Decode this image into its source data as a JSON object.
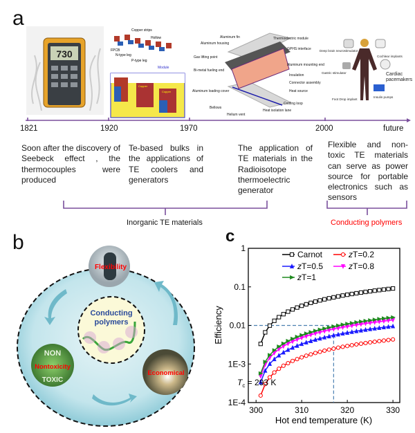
{
  "panel_a": {
    "label": "a",
    "timeline": {
      "years": [
        "1821",
        "1920",
        "1970",
        "2000",
        "future"
      ],
      "color": "#7a4f9c"
    },
    "descriptions": [
      "Soon after the discovery of Seebeck effect , the thermocouples were produced",
      "Te-based bulks in the applications of TE coolers and generators",
      "The application of TE materials in the Radioisotope thermoelectric generator",
      "Flexible and non-toxic TE materials can serve as power source for portable electronics such as sensors"
    ],
    "groups": [
      {
        "label": "Inorganic TE materials",
        "color": "#111111"
      },
      {
        "label": "Conducting polymers",
        "color": "#ff0000"
      }
    ],
    "thermometer": {
      "display": "730"
    },
    "module_labels": [
      "Copper strips",
      "Hollow",
      "FPCB",
      "N-type leg",
      "P-type leg",
      "Module",
      "Copper",
      "Copper"
    ],
    "rtg_labels": [
      "Aluminum fin",
      "Thermoelectric module",
      "Aluminum housing",
      "GPHS interface",
      "Gas lifting point",
      "Aluminum mounting end",
      "Bi-metal fueling end",
      "Insulation",
      "Connector assembly",
      "Heat source",
      "Aluminum loading cover",
      "Cooling loop",
      "Bellows",
      "Heat isolation lane",
      "Helium vent"
    ],
    "body_labels": [
      "Deep brain neurostimulator",
      "Cochlear implants",
      "Gastric stimulator",
      "Cardiac pacemakers",
      "Foot Drop implant",
      "Insulin pumps"
    ]
  },
  "panel_b": {
    "label": "b",
    "center": "Conducting polymers",
    "properties": [
      "Flexibility",
      "Nontoxicity",
      "Economical"
    ],
    "badge_top": "NON",
    "badge_bottom": "TOXIC",
    "colors": {
      "property_text": "#ff0000",
      "center_text": "#2a4a9a",
      "bubble": "#bfe3ea"
    }
  },
  "panel_c": {
    "label": "c",
    "annotation_T": "T",
    "annotation_sub": "c",
    "annotation_rest": " = 293 K"
  },
  "chart_data": {
    "type": "line",
    "title": "",
    "xlabel": "Hot end temperature (K)",
    "ylabel": "Efficiency",
    "xlim": [
      298.3,
      331.5
    ],
    "ylim": [
      0.0001,
      1
    ],
    "yscale": "log",
    "xticks": [
      300,
      310,
      320,
      330
    ],
    "xtick_labels": [
      "300",
      "310",
      "320",
      "330"
    ],
    "yticks": [
      0.0001,
      0.001,
      0.01,
      0.1,
      1
    ],
    "ytick_labels": [
      "1E-4",
      "1E-3",
      "0.01",
      "0.1",
      "1"
    ],
    "reference_lines": {
      "y": 0.01,
      "x": 317
    },
    "legend_position": "top",
    "x": [
      301,
      302,
      303,
      304,
      305,
      306,
      307,
      308,
      309,
      310,
      311,
      312,
      313,
      314,
      315,
      316,
      317,
      318,
      319,
      320,
      321,
      322,
      323,
      324,
      325,
      326,
      327,
      328,
      329,
      330
    ],
    "series": [
      {
        "name": "Carnot",
        "prefix": "",
        "zt": "",
        "color": "#000000",
        "marker": "square",
        "values": [
          0.00332,
          0.00662,
          0.0099,
          0.0132,
          0.0164,
          0.0196,
          0.0228,
          0.026,
          0.0291,
          0.0323,
          0.0354,
          0.0385,
          0.0415,
          0.0446,
          0.0476,
          0.0506,
          0.0536,
          0.0566,
          0.0596,
          0.0625,
          0.0654,
          0.0683,
          0.0712,
          0.0741,
          0.0769,
          0.0798,
          0.0826,
          0.0854,
          0.0881,
          0.0909
        ]
      },
      {
        "name": "zT=0.2",
        "prefix": "z",
        "zt": "T=0.2",
        "color": "#ff0000",
        "marker": "circle",
        "values": [
          0.000152,
          0.000302,
          0.000453,
          0.000603,
          0.000752,
          0.000901,
          0.00105,
          0.0012,
          0.00134,
          0.00149,
          0.00164,
          0.00178,
          0.00193,
          0.00207,
          0.00222,
          0.00236,
          0.0025,
          0.00265,
          0.00279,
          0.00293,
          0.00307,
          0.00322,
          0.00336,
          0.0035,
          0.00364,
          0.00377,
          0.00391,
          0.00405,
          0.00419,
          0.00433
        ]
      },
      {
        "name": "zT=0.5",
        "prefix": "z",
        "zt": "T=0.5",
        "color": "#1a1aff",
        "marker": "triangle-up",
        "values": [
          0.000336,
          0.000671,
          0.00101,
          0.00134,
          0.00167,
          0.002,
          0.00233,
          0.00265,
          0.00298,
          0.00331,
          0.00363,
          0.00395,
          0.00427,
          0.00459,
          0.00491,
          0.00523,
          0.00555,
          0.00586,
          0.00618,
          0.00649,
          0.00681,
          0.00712,
          0.00743,
          0.00774,
          0.00805,
          0.00835,
          0.00866,
          0.00897,
          0.00927,
          0.00957
        ]
      },
      {
        "name": "zT=0.8",
        "prefix": "z",
        "zt": "T=0.8",
        "color": "#ff00ff",
        "marker": "triangle-down",
        "values": [
          0.000485,
          0.000969,
          0.00145,
          0.00193,
          0.00241,
          0.00288,
          0.00336,
          0.00383,
          0.0043,
          0.00477,
          0.00524,
          0.0057,
          0.00617,
          0.00663,
          0.00709,
          0.00755,
          0.008,
          0.00846,
          0.00891,
          0.00936,
          0.00982,
          0.0103,
          0.0107,
          0.0112,
          0.0116,
          0.012,
          0.0125,
          0.0129,
          0.0134,
          0.0138
        ]
      },
      {
        "name": "zT=1",
        "prefix": "z",
        "zt": "T=1",
        "color": "#1f8a1f",
        "marker": "triangle-right",
        "values": [
          0.000571,
          0.00114,
          0.00171,
          0.00227,
          0.00283,
          0.00339,
          0.00395,
          0.0045,
          0.00506,
          0.00561,
          0.00616,
          0.0067,
          0.00725,
          0.00779,
          0.00833,
          0.00887,
          0.00941,
          0.00994,
          0.0105,
          0.011,
          0.0115,
          0.0121,
          0.0126,
          0.0131,
          0.0136,
          0.0141,
          0.0147,
          0.0152,
          0.0157,
          0.0162
        ]
      }
    ]
  }
}
